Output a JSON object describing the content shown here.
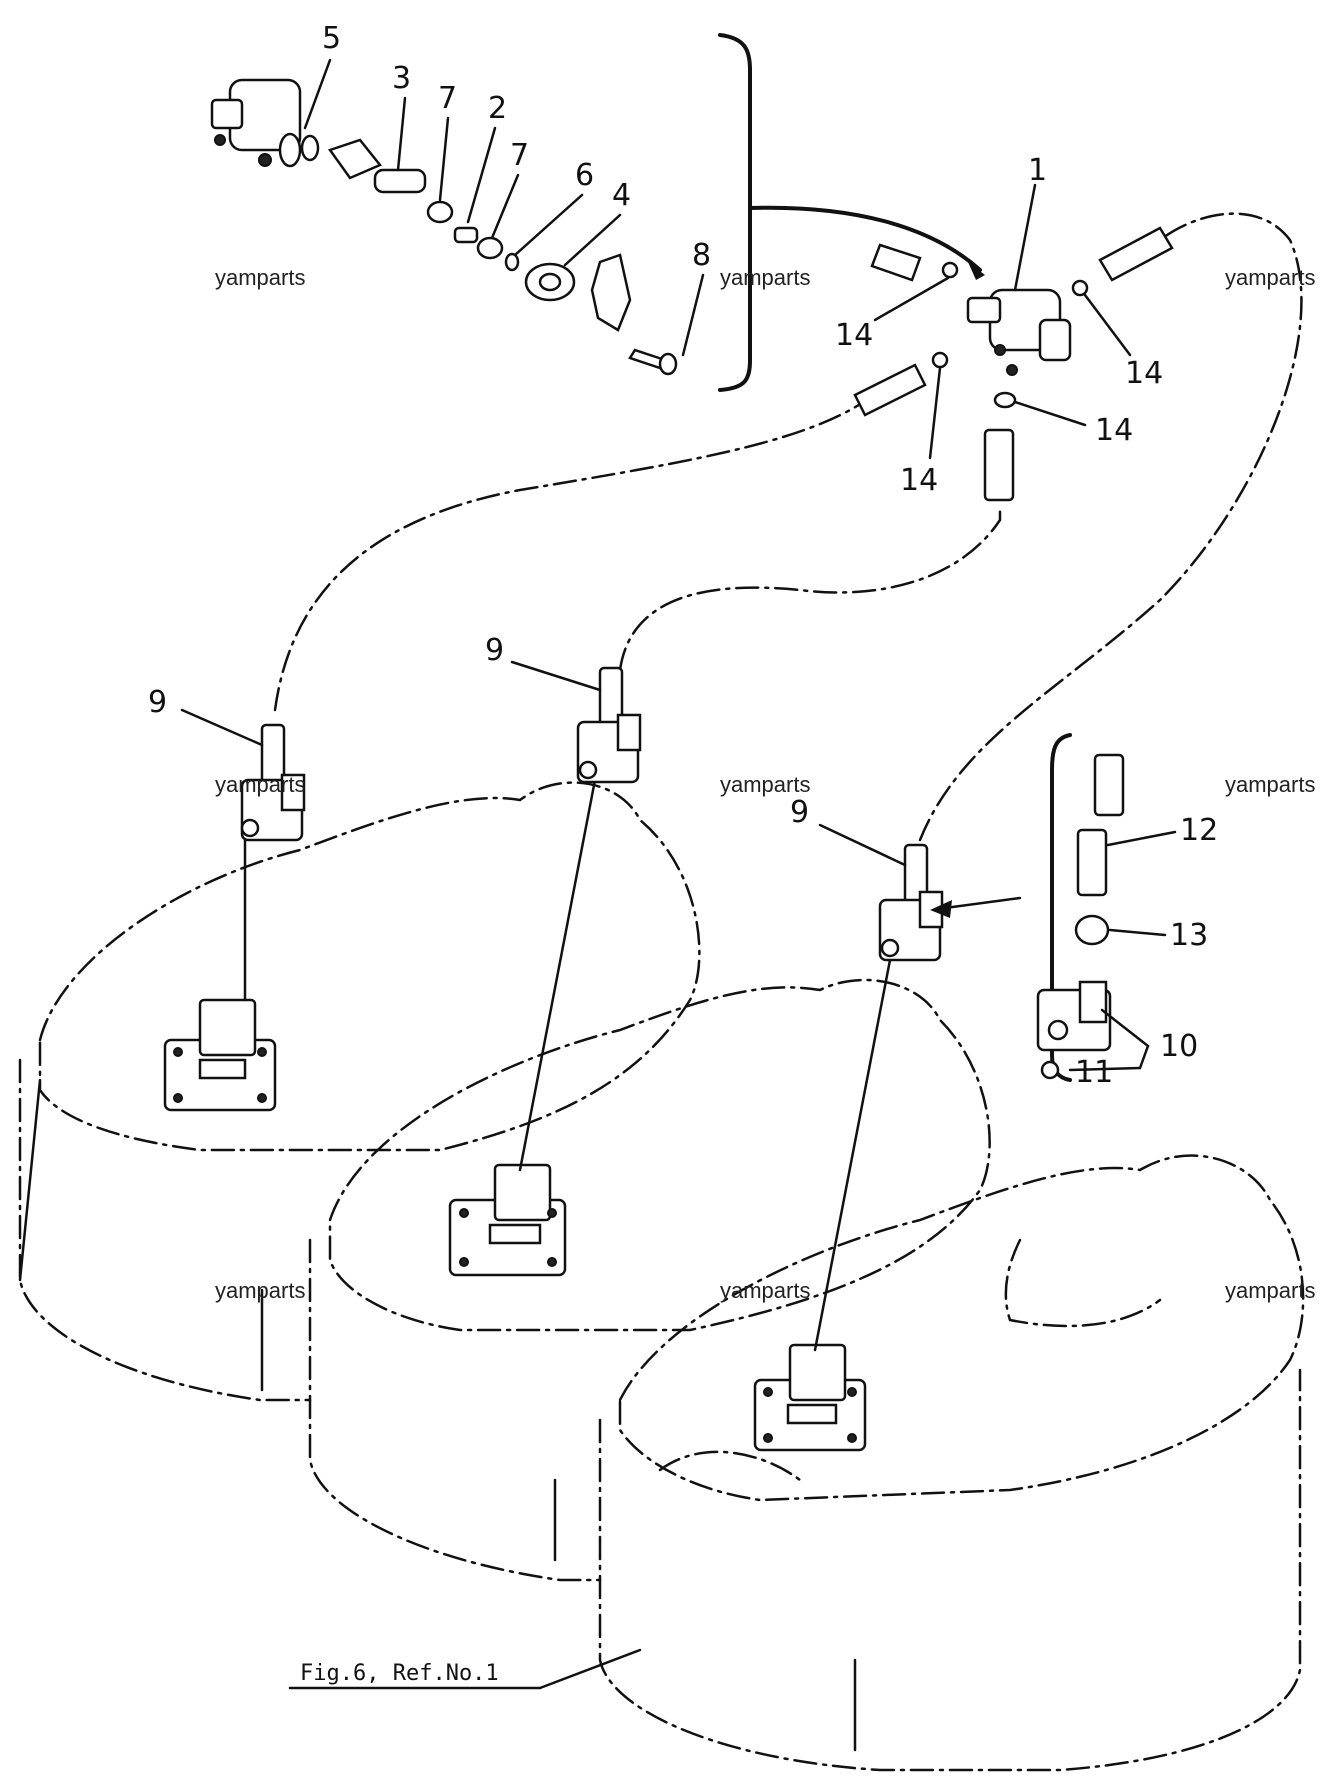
{
  "watermark": "yamparts",
  "caption": "Fig.6, Ref.No.1",
  "callouts": {
    "c1": "1",
    "c2": "2",
    "c3": "3",
    "c4": "4",
    "c5": "5",
    "c6": "6",
    "c7a": "7",
    "c7b": "7",
    "c8": "8",
    "c9a": "9",
    "c9b": "9",
    "c9c": "9",
    "c10": "10",
    "c11": "11",
    "c12": "12",
    "c13": "13",
    "c14a": "14",
    "c14b": "14",
    "c14c": "14",
    "c14d": "14"
  }
}
